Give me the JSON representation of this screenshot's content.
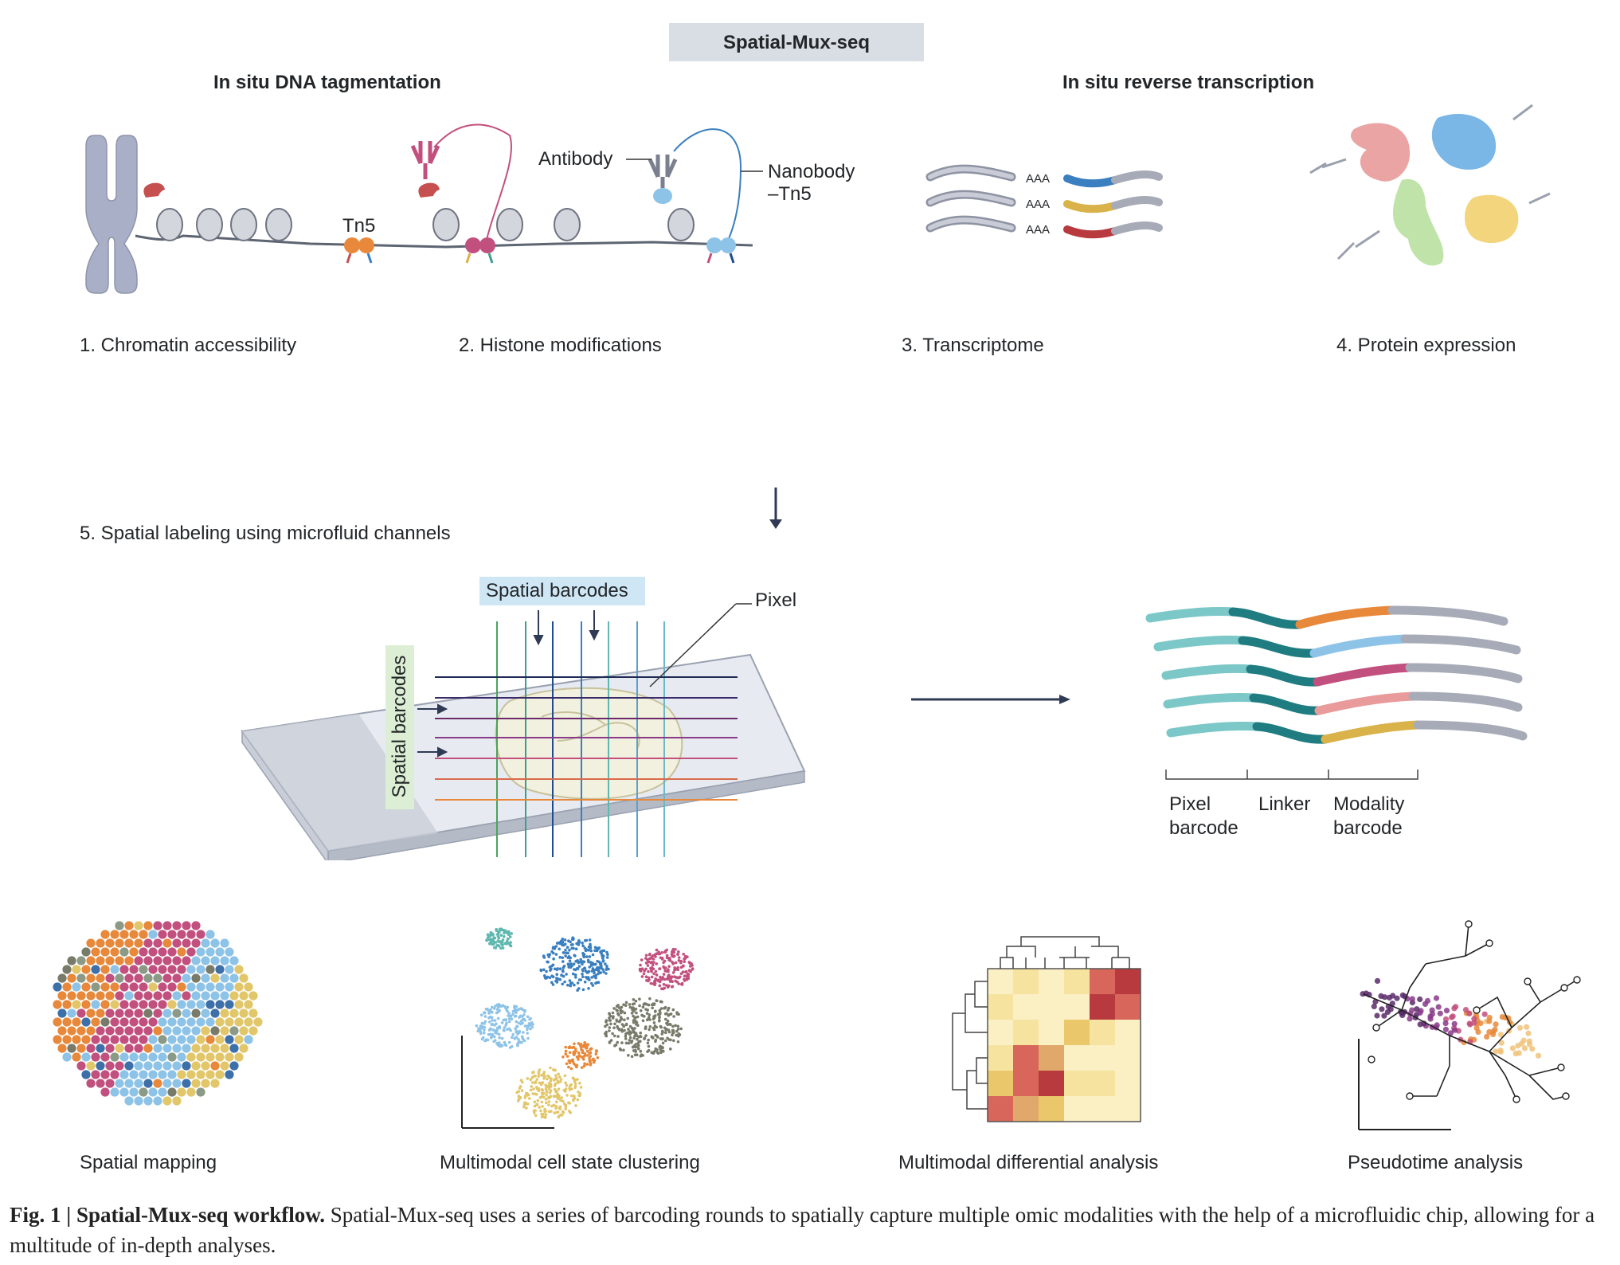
{
  "title": "Spatial-Mux-seq",
  "section_left": "In situ DNA tagmentation",
  "section_right": "In situ reverse transcription",
  "labels": {
    "antibody": "Antibody",
    "nanobody_line1": "Nanobody",
    "nanobody_line2": "–Tn5",
    "tn5": "Tn5",
    "aaa": "AAA",
    "spatial_barcodes_top": "Spatial barcodes",
    "spatial_barcodes_side": "Spatial barcodes",
    "pixel": "Pixel",
    "pixel_barcode_line1": "Pixel",
    "pixel_barcode_line2": "barcode",
    "linker": "Linker",
    "modality_barcode_line1": "Modality",
    "modality_barcode_line2": "barcode"
  },
  "modalities": [
    "1. Chromatin accessibility",
    "2. Histone modifications",
    "3. Transcriptome",
    "4. Protein expression"
  ],
  "step5": "5. Spatial  labeling using microfluid channels",
  "analyses": [
    "Spatial mapping",
    "Multimodal cell state clustering",
    "Multimodal differential analysis",
    "Pseudotime analysis"
  ],
  "caption": {
    "figure_label": "Fig. 1 | Spatial-Mux-seq workflow.",
    "text": " Spatial-Mux-seq uses a series of barcoding rounds to spatially capture multiple omic modalities with the help of a microfluidic chip, allowing for a multitude of in-depth analyses."
  },
  "colors": {
    "teal": "#1f7c80",
    "light_teal": "#7cc7c7",
    "grey_strand": "#a7abb8",
    "orange": "#e8883a",
    "magenta": "#c2507e",
    "blue": "#3a7fbf",
    "light_blue": "#8ec3e8",
    "gold": "#d9b24a",
    "red": "#b83a3f",
    "green": "#8fcf7a",
    "pink": "#e99a9a"
  }
}
